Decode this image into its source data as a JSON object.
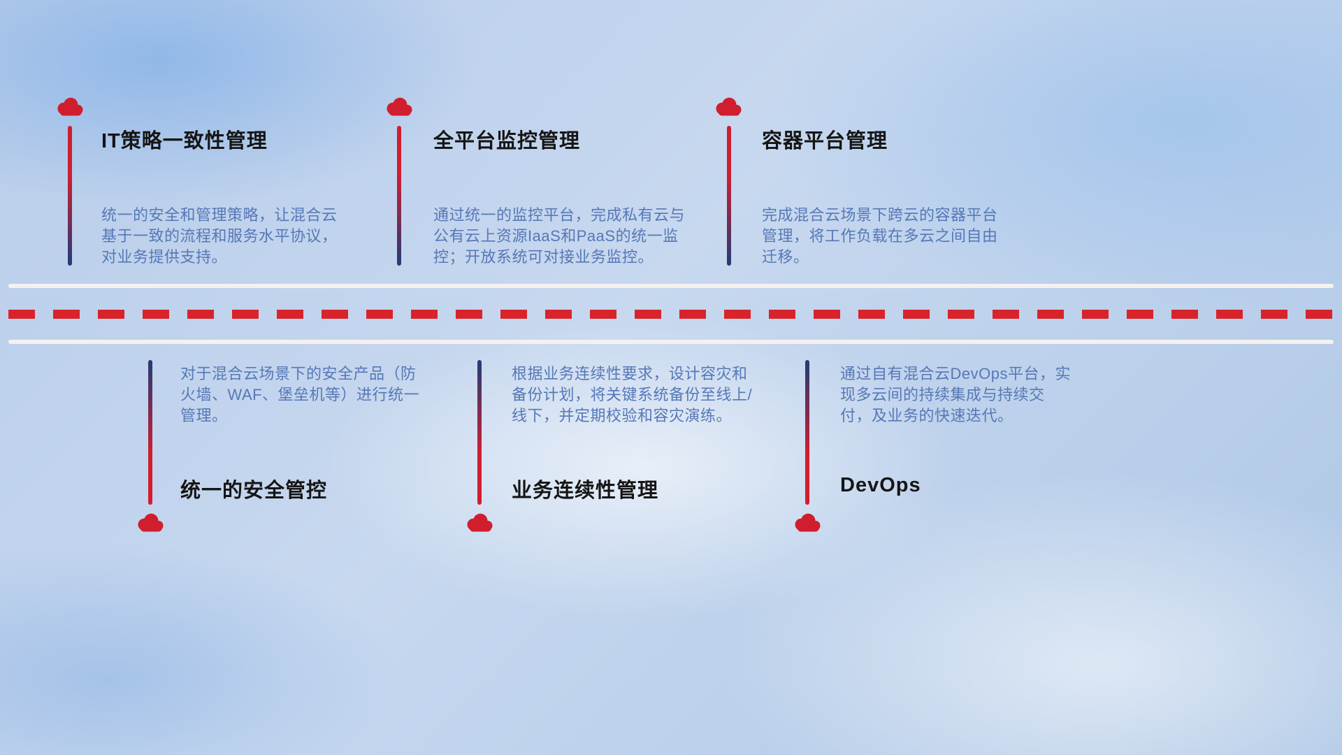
{
  "colors": {
    "cloud-red": "#d01e2f",
    "line-navy": "#2c3a72",
    "desc-blue": "#5678b6",
    "title-dark": "#151515",
    "dash-red": "#d8232a",
    "road-white": "#f5f1ef"
  },
  "top_items": [
    {
      "title": "IT策略一致性管理",
      "description": "统一的安全和管理策略，让混合云基于一致的流程和服务水平协议，对业务提供支持。"
    },
    {
      "title": "全平台监控管理",
      "description": "通过统一的监控平台，完成私有云与公有云上资源IaaS和PaaS的统一监控；开放系统可对接业务监控。"
    },
    {
      "title": "容器平台管理",
      "description": "完成混合云场景下跨云的容器平台管理，将工作负载在多云之间自由迁移。"
    }
  ],
  "bottom_items": [
    {
      "title": "统一的安全管控",
      "description": "对于混合云场景下的安全产品（防火墙、WAF、堡垒机等）进行统一管理。"
    },
    {
      "title": "业务连续性管理",
      "description": "根据业务连续性要求，设计容灾和备份计划，将关键系统备份至线上/线下，并定期校验和容灾演练。"
    },
    {
      "title": "DevOps",
      "description": "通过自有混合云DevOps平台，实现多云间的持续集成与持续交付，及业务的快速迭代。"
    }
  ]
}
